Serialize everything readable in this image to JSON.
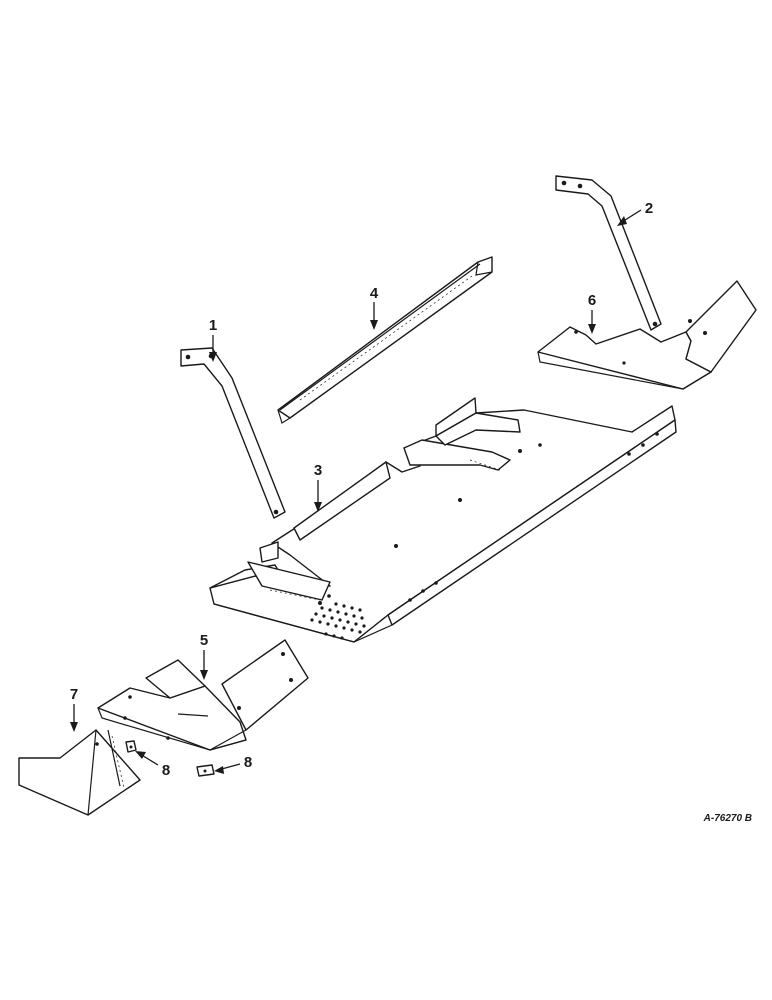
{
  "drawing_number": "A-76270 B",
  "callouts": {
    "c1": "1",
    "c2": "2",
    "c3": "3",
    "c4": "4",
    "c5": "5",
    "c6": "6",
    "c7": "7",
    "c8a": "8",
    "c8b": "8"
  },
  "colors": {
    "line": "#1a1a1a",
    "background": "#ffffff"
  }
}
